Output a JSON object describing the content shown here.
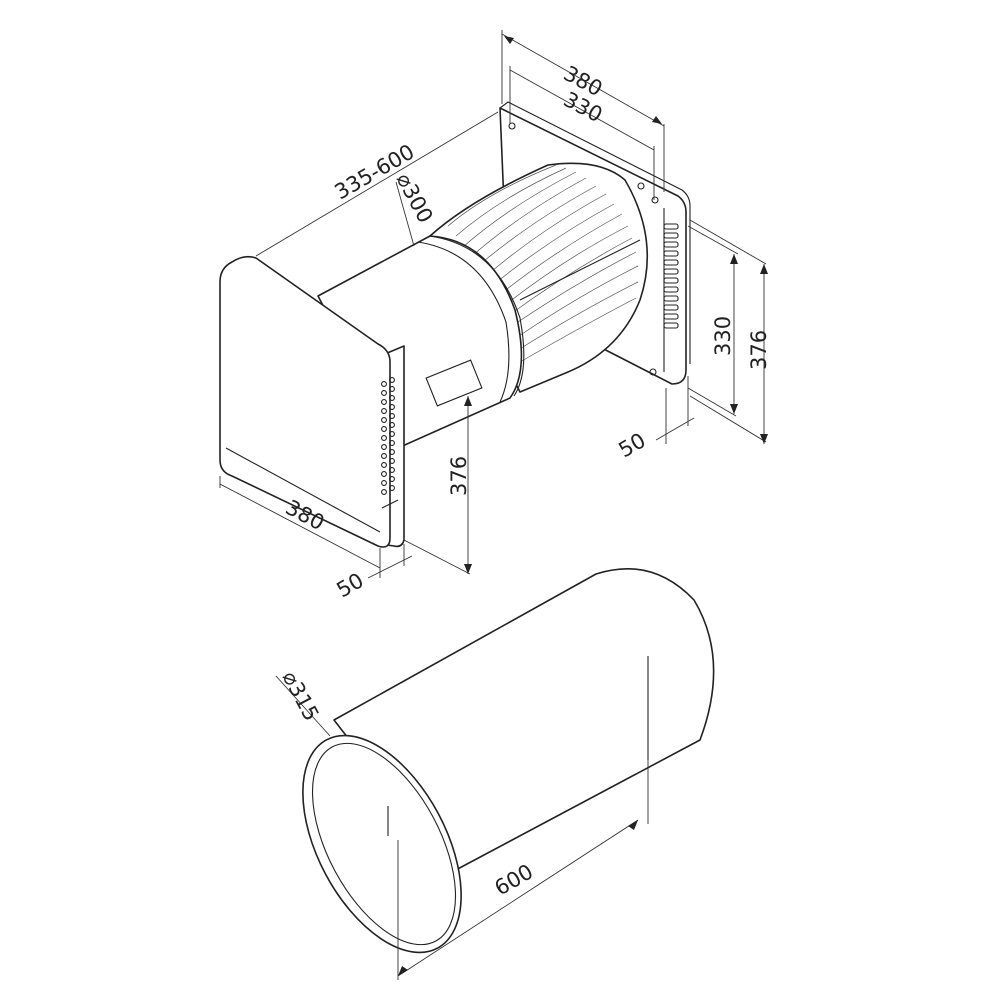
{
  "dimensions": {
    "wall_plate_width": "380",
    "wall_plate_inner": "330",
    "wall_plate_height_inner": "330",
    "wall_plate_height": "376",
    "wall_plate_depth": "50",
    "pipe_length_range": "335-600",
    "unit_diameter": "⌀300",
    "hood_width": "380",
    "hood_height": "376",
    "hood_depth": "50",
    "tube_diameter": "⌀315",
    "tube_length": "600"
  }
}
